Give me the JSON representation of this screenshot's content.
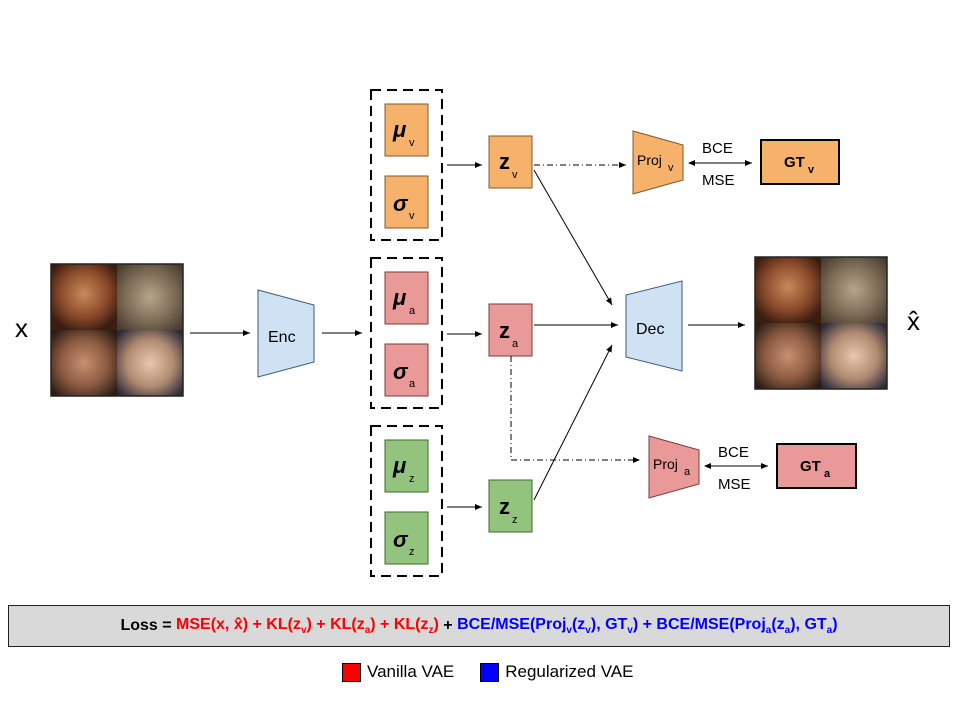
{
  "colors": {
    "orange": "#f6b26b",
    "pink": "#ea9999",
    "green": "#93c47d",
    "blue": "#cfe2f3",
    "red_text": "#ff0000",
    "blue_text": "#0000ff",
    "gt_orange": "#f6b26b",
    "gt_pink": "#ea9999"
  },
  "input_label": "x",
  "output_label": "x̂",
  "encoder_label": "Enc",
  "decoder_label": "Dec",
  "latent": {
    "v": {
      "mu": "μ",
      "sigma": "σ",
      "sub": "v",
      "z": "z"
    },
    "a": {
      "mu": "μ",
      "sigma": "σ",
      "sub": "a",
      "z": "z"
    },
    "z": {
      "mu": "μ",
      "sigma": "σ",
      "sub": "z",
      "z": "z"
    }
  },
  "proj_v": {
    "label": "Proj",
    "sub": "v",
    "gt": "GT",
    "gt_sub": "v",
    "top_loss": "BCE",
    "bottom_loss": "MSE"
  },
  "proj_a": {
    "label": "Proj",
    "sub": "a",
    "gt": "GT",
    "gt_sub": "a",
    "top_loss": "BCE",
    "bottom_loss": "MSE"
  },
  "loss": {
    "prefix": "Loss = ",
    "red_part_1": "MSE(x, x̂) + KL(z",
    "v": "v",
    "red_part_2": ") + KL(z",
    "a": "a",
    "red_part_3": ") + KL(z",
    "z": "z",
    "red_part_4": ")",
    "plus": " + ",
    "blue_part_1": "BCE/MSE(Proj",
    "blue_part_2": "(z",
    "blue_part_3": "), GT",
    "blue_part_4": ") + BCE/MSE(Proj",
    "blue_part_5": "(z",
    "blue_part_6": "), GT",
    "blue_part_7": ")"
  },
  "legend": [
    {
      "label": "Vanilla VAE",
      "color": "#ff0000"
    },
    {
      "label": "Regularized VAE",
      "color": "#0000ff"
    }
  ]
}
